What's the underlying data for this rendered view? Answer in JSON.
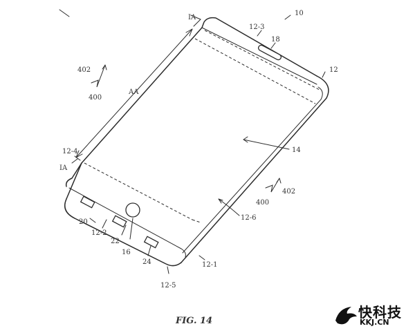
{
  "figure": {
    "caption": "FIG. 14",
    "labels": {
      "ref_10": "10",
      "ref_12": "12",
      "ref_12_1": "12-1",
      "ref_12_2": "12-2",
      "ref_12_3": "12-3",
      "ref_12_4": "12-4",
      "ref_12_5": "12-5",
      "ref_12_6": "12-6",
      "ref_14": "14",
      "ref_16": "16",
      "ref_18": "18",
      "ref_20": "20",
      "ref_22": "22",
      "ref_24": "24",
      "ref_400_left": "400",
      "ref_402_left": "402",
      "ref_400_right": "400",
      "ref_402_right": "402",
      "ia_top": "IA",
      "ia_bottom": "IA",
      "aa": "AA"
    }
  },
  "watermark": {
    "logo_text": "快科技",
    "site_text": "KKJ.CN"
  }
}
